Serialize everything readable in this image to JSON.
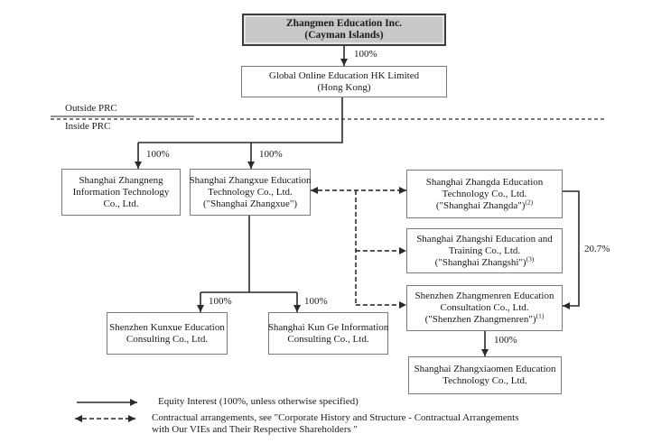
{
  "regions": {
    "outside_label": "Outside PRC",
    "inside_label": "Inside PRC"
  },
  "boxes": {
    "zhangmen": {
      "lines": [
        "Zhangmen Education Inc.",
        "(Cayman Islands)"
      ]
    },
    "hk": {
      "lines": [
        "Global Online Education HK Limited",
        "(Hong Kong)"
      ]
    },
    "zhangneng": {
      "lines": [
        "Shanghai Zhangneng",
        "Information Technology",
        "Co., Ltd."
      ]
    },
    "zhangxue": {
      "lines": [
        "Shanghai Zhangxue Education",
        "Technology Co., Ltd.",
        "(\"Shanghai Zhangxue\")"
      ]
    },
    "zhangda": {
      "lines": [
        "Shanghai Zhangda Education",
        "Technology Co., Ltd."
      ],
      "paren": "(\"Shanghai Zhangda\")",
      "footnote": "(2)"
    },
    "zhangshi": {
      "lines": [
        "Shanghai Zhangshi Education and",
        "Training Co., Ltd."
      ],
      "paren": "(\"Shanghai Zhangshi\")",
      "footnote": "(3)"
    },
    "zhangmenren": {
      "lines": [
        "Shenzhen Zhangmenren Education",
        "Consultation Co., Ltd."
      ],
      "paren": "(\"Shenzhen Zhangmenren\")",
      "footnote": "(1)"
    },
    "zhangxiaomen": {
      "lines": [
        "Shanghai Zhangxiaomen Education",
        "Technology Co., Ltd."
      ]
    },
    "kunxue": {
      "lines": [
        "Shenzhen Kunxue Education",
        "Consulting Co., Ltd."
      ]
    },
    "kunge": {
      "lines": [
        "Shanghai Kun Ge Information",
        "Consulting Co., Ltd."
      ]
    }
  },
  "edge_labels": {
    "root_to_hk": "100%",
    "hk_to_zhangneng": "100%",
    "hk_to_zhangxue": "100%",
    "zhangxue_to_kunxue": "100%",
    "zhangxue_to_kunge": "100%",
    "zhangda_to_zhangmenren": "20.7%",
    "zhangmenren_to_zhangxiaomen": "100%"
  },
  "legend": {
    "equity": "Equity Interest (100%, unless otherwise specified)",
    "contract_line1": "Contractual arrangements, see \"Corporate History and Structure - Contractual Arrangements",
    "contract_line2": "with Our VIEs and Their Respective Shareholders \""
  },
  "colors": {
    "line": "#2a2a2a",
    "box_border": "#7a7a7a",
    "root_fill": "#c8c8c8",
    "text": "#1a1a1a"
  }
}
